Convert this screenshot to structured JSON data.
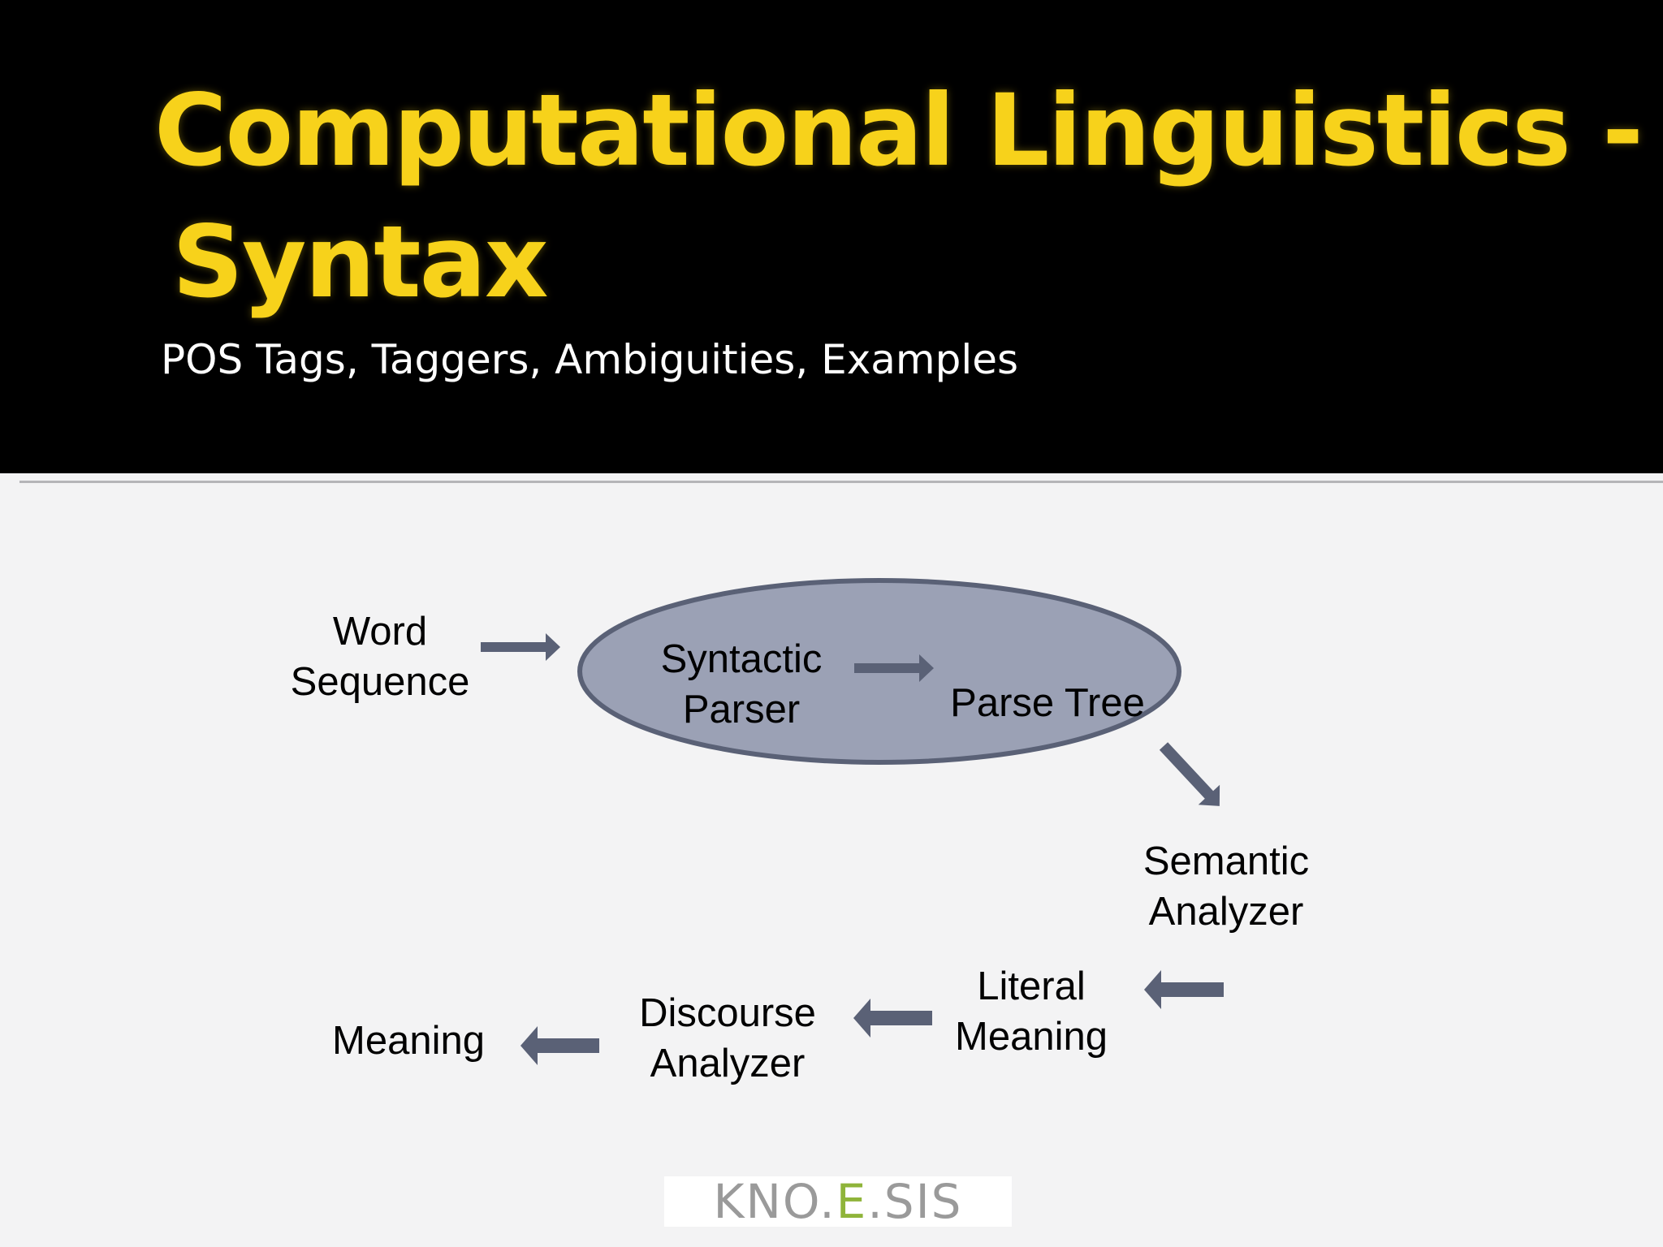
{
  "slide": {
    "title_line1": "Computational Linguistics -",
    "title_line2": "Syntax",
    "subtitle": "POS Tags, Taggers, Ambiguities, Examples"
  },
  "diagram": {
    "word_sequence": [
      "Word",
      "Sequence"
    ],
    "syntactic_parser": [
      "Syntactic",
      "Parser"
    ],
    "parse_tree": "Parse Tree",
    "semantic_analyzer": [
      "Semantic",
      "Analyzer"
    ],
    "literal_meaning": [
      "Literal",
      "Meaning"
    ],
    "discourse_analyzer": [
      "Discourse",
      "Analyzer"
    ],
    "meaning": "Meaning"
  },
  "logo": {
    "part1": "KNO.",
    "part2": "E",
    "part3": ".SIS"
  },
  "colors": {
    "title": "#f7d21b",
    "header_bg": "#000000",
    "ellipse_fill": "#9ba1b5",
    "ellipse_stroke": "#5a6176",
    "arrow": "#5a6176"
  }
}
